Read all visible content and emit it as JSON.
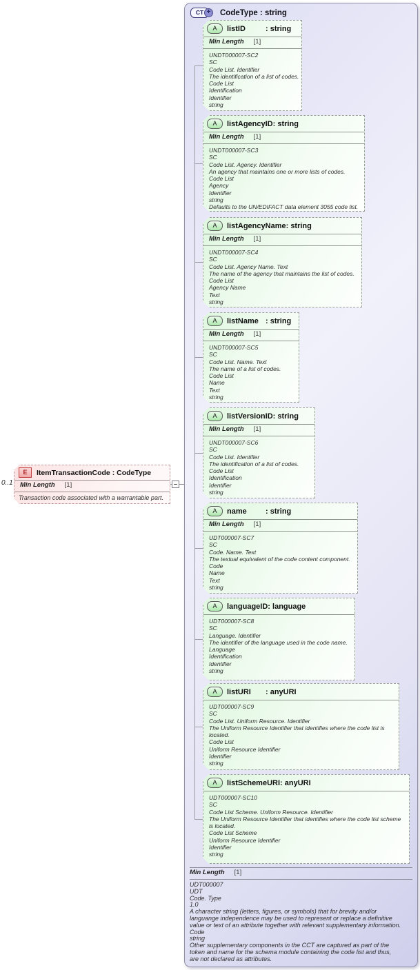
{
  "diagram": {
    "element": {
      "icon": "E",
      "title": "ItemTransactionCode : CodeType",
      "cardinality": "0..1",
      "facet": {
        "label": "Min Length",
        "value": "[1]"
      },
      "description": "Transaction code associated with a warrantable part."
    },
    "complex_type": {
      "icon": "CT",
      "plus_icon": "+",
      "title": "CodeType : string",
      "attribute_icon": "A",
      "attributes": [
        {
          "name": "listID",
          "type_label": ": string",
          "facet": {
            "label": "Min Length",
            "value": "[1]"
          },
          "description": "UNDT000007-SC2\nSC\nCode List. Identifier\nThe identification of a list of codes.\nCode List\nIdentification\nIdentifier\nstring"
        },
        {
          "name": "listAgencyID",
          "type_label": ": string",
          "facet": {
            "label": "Min Length",
            "value": "[1]"
          },
          "description": "UNDT000007-SC3\nSC\nCode List. Agency. Identifier\nAn agency that maintains one or more lists of codes.\nCode List\nAgency\nIdentifier\nstring\nDefaults to the UN/EDIFACT data element 3055 code list."
        },
        {
          "name": "listAgencyName",
          "type_label": ": string",
          "facet": {
            "label": "Min Length",
            "value": "[1]"
          },
          "description": "UNDT000007-SC4\nSC\nCode List. Agency Name. Text\nThe name of the agency that maintains the list of codes.\nCode List\nAgency Name\nText\nstring"
        },
        {
          "name": "listName",
          "type_label": ": string",
          "facet": {
            "label": "Min Length",
            "value": "[1]"
          },
          "description": "UNDT000007-SC5\nSC\nCode List. Name. Text\nThe name of a list of codes.\nCode List\nName\nText\nstring"
        },
        {
          "name": "listVersionID",
          "type_label": ": string",
          "facet": {
            "label": "Min Length",
            "value": "[1]"
          },
          "description": "UNDT000007-SC6\nSC\nCode List. Identifier\nThe identification of a list of codes.\nCode List\nIdentification\nIdentifier\nstring"
        },
        {
          "name": "name",
          "type_label": ": string",
          "facet": {
            "label": "Min Length",
            "value": "[1]"
          },
          "description": "UDT000007-SC7\nSC\nCode. Name. Text\nThe textual equivalent of the code content component.\nCode\nName\nText\nstring"
        },
        {
          "name": "languageID",
          "type_label": ": language",
          "description": "UDT000007-SC8\nSC\nLanguage. Identifier\nThe identifier of the language used in the code name.\nLanguage\nIdentification\nIdentifier\nstring"
        },
        {
          "name": "listURI",
          "type_label": ": anyURI",
          "description": "UDT000007-SC9\nSC\nCode List. Uniform Resource. Identifier\nThe Uniform Resource Identifier that identifies where the code list is\nlocated.\nCode List\nUniform Resource Identifier\nIdentifier\nstring"
        },
        {
          "name": "listSchemeURI",
          "type_label": ": anyURI",
          "description": "UDT000007-SC10\nSC\nCode List Scheme. Uniform Resource. Identifier\nThe Uniform Resource Identifier that identifies where the code list scheme\nis located.\nCode List Scheme\nUniform Resource Identifier\nIdentifier\nstring"
        }
      ],
      "facet": {
        "label": "Min Length",
        "value": "[1]"
      },
      "description": "UDT000007\nUDT\nCode. Type\n1.0\nA character string (letters, figures, or symbols) that for brevity and/or\nlanguange independence may be used to represent or replace a definitive\nvalue or text of an attribute together with relevant supplementary information.\nCode\nstring\nOther supplementary components in the CCT are captured as part of the\ntoken and name for the schema module containing the code list and thus,\nare not declared as attributes."
    },
    "colors": {
      "attribute_fill": "#dff7df",
      "element_fill": "#fbe2e2",
      "container_fill": "#dedef4",
      "element_icon_accent": "#c04040",
      "complex_type_icon_accent": "#3c3c78"
    }
  }
}
